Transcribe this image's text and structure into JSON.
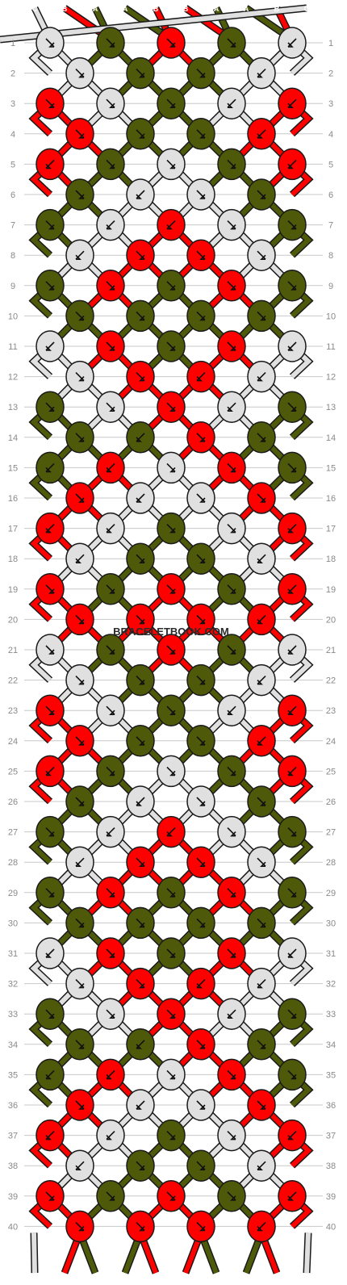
{
  "colors": {
    "A": "#4e5a0a",
    "B": "#ff0000",
    "C": "#e0e0e0",
    "outline": "#1a1a1a",
    "row_line": "#c8c8c8",
    "arrow": "#111111",
    "row_label": "#8a8a8a"
  },
  "strand_labels_top": [
    "C",
    "B",
    "A",
    "A",
    "B",
    "B",
    "A",
    "A",
    "B",
    "C"
  ],
  "strand_labels_bottom": [
    "C",
    "B",
    "A",
    "A",
    "B",
    "B",
    "A",
    "A",
    "B",
    "C"
  ],
  "row_count": 40,
  "watermark": "BRACELETBOOK.COM",
  "rows": [
    {
      "n": "1",
      "knots": [
        [
          "C",
          "se"
        ],
        [
          "A",
          "se"
        ],
        [
          "B",
          "se"
        ],
        [
          "A",
          "se"
        ],
        [
          "C",
          "sw"
        ]
      ]
    },
    {
      "n": "2",
      "knots": [
        [
          "C",
          "se"
        ],
        [
          "A",
          "se"
        ],
        [
          "A",
          "se"
        ],
        [
          "C",
          "sw"
        ]
      ]
    },
    {
      "n": "3",
      "knots": [
        [
          "B",
          "se"
        ],
        [
          "C",
          "se"
        ],
        [
          "A",
          "se"
        ],
        [
          "C",
          "sw"
        ],
        [
          "B",
          "sw"
        ]
      ]
    },
    {
      "n": "4",
      "knots": [
        [
          "B",
          "se"
        ],
        [
          "A",
          "se"
        ],
        [
          "A",
          "se"
        ],
        [
          "B",
          "sw"
        ]
      ]
    },
    {
      "n": "5",
      "knots": [
        [
          "B",
          "sw"
        ],
        [
          "A",
          "se"
        ],
        [
          "C",
          "se"
        ],
        [
          "A",
          "se"
        ],
        [
          "B",
          "sw"
        ]
      ]
    },
    {
      "n": "6",
      "knots": [
        [
          "A",
          "se"
        ],
        [
          "C",
          "sw"
        ],
        [
          "C",
          "se"
        ],
        [
          "A",
          "se"
        ]
      ]
    },
    {
      "n": "7",
      "knots": [
        [
          "A",
          "se"
        ],
        [
          "C",
          "sw"
        ],
        [
          "B",
          "sw"
        ],
        [
          "C",
          "se"
        ],
        [
          "A",
          "se"
        ]
      ]
    },
    {
      "n": "8",
      "knots": [
        [
          "C",
          "sw"
        ],
        [
          "B",
          "se"
        ],
        [
          "B",
          "se"
        ],
        [
          "C",
          "se"
        ]
      ]
    },
    {
      "n": "9",
      "knots": [
        [
          "A",
          "se"
        ],
        [
          "B",
          "se"
        ],
        [
          "A",
          "se"
        ],
        [
          "B",
          "se"
        ],
        [
          "A",
          "se"
        ]
      ]
    },
    {
      "n": "10",
      "knots": [
        [
          "A",
          "se"
        ],
        [
          "A",
          "se"
        ],
        [
          "A",
          "se"
        ],
        [
          "A",
          "se"
        ]
      ]
    },
    {
      "n": "11",
      "knots": [
        [
          "C",
          "sw"
        ],
        [
          "B",
          "se"
        ],
        [
          "A",
          "se"
        ],
        [
          "B",
          "se"
        ],
        [
          "C",
          "sw"
        ]
      ]
    },
    {
      "n": "12",
      "knots": [
        [
          "C",
          "se"
        ],
        [
          "B",
          "se"
        ],
        [
          "B",
          "sw"
        ],
        [
          "C",
          "sw"
        ]
      ]
    },
    {
      "n": "13",
      "knots": [
        [
          "A",
          "se"
        ],
        [
          "C",
          "se"
        ],
        [
          "B",
          "se"
        ],
        [
          "C",
          "sw"
        ],
        [
          "A",
          "se"
        ]
      ]
    },
    {
      "n": "14",
      "knots": [
        [
          "A",
          "se"
        ],
        [
          "A",
          "sw"
        ],
        [
          "B",
          "se"
        ],
        [
          "A",
          "se"
        ]
      ]
    },
    {
      "n": "15",
      "knots": [
        [
          "A",
          "sw"
        ],
        [
          "B",
          "sw"
        ],
        [
          "C",
          "se"
        ],
        [
          "B",
          "se"
        ],
        [
          "A",
          "se"
        ]
      ]
    },
    {
      "n": "16",
      "knots": [
        [
          "B",
          "se"
        ],
        [
          "C",
          "sw"
        ],
        [
          "C",
          "se"
        ],
        [
          "B",
          "se"
        ]
      ]
    },
    {
      "n": "17",
      "knots": [
        [
          "B",
          "sw"
        ],
        [
          "C",
          "sw"
        ],
        [
          "A",
          "se"
        ],
        [
          "C",
          "se"
        ],
        [
          "B",
          "sw"
        ]
      ]
    },
    {
      "n": "18",
      "knots": [
        [
          "C",
          "sw"
        ],
        [
          "A",
          "se"
        ],
        [
          "A",
          "se"
        ],
        [
          "C",
          "sw"
        ]
      ]
    },
    {
      "n": "19",
      "knots": [
        [
          "B",
          "se"
        ],
        [
          "A",
          "se"
        ],
        [
          "B",
          "se"
        ],
        [
          "A",
          "se"
        ],
        [
          "B",
          "sw"
        ]
      ]
    },
    {
      "n": "20",
      "knots": [
        [
          "B",
          "se"
        ],
        [
          "B",
          "se"
        ],
        [
          "B",
          "se"
        ],
        [
          "B",
          "sw"
        ]
      ]
    },
    {
      "n": "21",
      "knots": [
        [
          "C",
          "se"
        ],
        [
          "A",
          "se"
        ],
        [
          "B",
          "se"
        ],
        [
          "A",
          "se"
        ],
        [
          "C",
          "sw"
        ]
      ]
    },
    {
      "n": "22",
      "knots": [
        [
          "C",
          "se"
        ],
        [
          "A",
          "se"
        ],
        [
          "A",
          "se"
        ],
        [
          "C",
          "sw"
        ]
      ]
    },
    {
      "n": "23",
      "knots": [
        [
          "B",
          "se"
        ],
        [
          "C",
          "se"
        ],
        [
          "A",
          "se"
        ],
        [
          "C",
          "sw"
        ],
        [
          "B",
          "sw"
        ]
      ]
    },
    {
      "n": "24",
      "knots": [
        [
          "B",
          "se"
        ],
        [
          "A",
          "se"
        ],
        [
          "A",
          "se"
        ],
        [
          "B",
          "sw"
        ]
      ]
    },
    {
      "n": "25",
      "knots": [
        [
          "B",
          "sw"
        ],
        [
          "A",
          "se"
        ],
        [
          "C",
          "se"
        ],
        [
          "A",
          "se"
        ],
        [
          "B",
          "sw"
        ]
      ]
    },
    {
      "n": "26",
      "knots": [
        [
          "A",
          "se"
        ],
        [
          "C",
          "sw"
        ],
        [
          "C",
          "se"
        ],
        [
          "A",
          "se"
        ]
      ]
    },
    {
      "n": "27",
      "knots": [
        [
          "A",
          "se"
        ],
        [
          "C",
          "sw"
        ],
        [
          "B",
          "sw"
        ],
        [
          "C",
          "se"
        ],
        [
          "A",
          "se"
        ]
      ]
    },
    {
      "n": "28",
      "knots": [
        [
          "C",
          "sw"
        ],
        [
          "B",
          "se"
        ],
        [
          "B",
          "se"
        ],
        [
          "C",
          "se"
        ]
      ]
    },
    {
      "n": "29",
      "knots": [
        [
          "A",
          "se"
        ],
        [
          "B",
          "se"
        ],
        [
          "A",
          "se"
        ],
        [
          "B",
          "se"
        ],
        [
          "A",
          "se"
        ]
      ]
    },
    {
      "n": "30",
      "knots": [
        [
          "A",
          "se"
        ],
        [
          "A",
          "se"
        ],
        [
          "A",
          "se"
        ],
        [
          "A",
          "se"
        ]
      ]
    },
    {
      "n": "31",
      "knots": [
        [
          "C",
          "sw"
        ],
        [
          "B",
          "se"
        ],
        [
          "A",
          "se"
        ],
        [
          "B",
          "se"
        ],
        [
          "C",
          "sw"
        ]
      ]
    },
    {
      "n": "32",
      "knots": [
        [
          "C",
          "se"
        ],
        [
          "B",
          "se"
        ],
        [
          "B",
          "sw"
        ],
        [
          "C",
          "sw"
        ]
      ]
    },
    {
      "n": "33",
      "knots": [
        [
          "A",
          "se"
        ],
        [
          "C",
          "se"
        ],
        [
          "B",
          "se"
        ],
        [
          "C",
          "sw"
        ],
        [
          "A",
          "se"
        ]
      ]
    },
    {
      "n": "34",
      "knots": [
        [
          "A",
          "se"
        ],
        [
          "A",
          "sw"
        ],
        [
          "B",
          "se"
        ],
        [
          "A",
          "se"
        ]
      ]
    },
    {
      "n": "35",
      "knots": [
        [
          "A",
          "sw"
        ],
        [
          "B",
          "sw"
        ],
        [
          "C",
          "se"
        ],
        [
          "B",
          "se"
        ],
        [
          "A",
          "se"
        ]
      ]
    },
    {
      "n": "36",
      "knots": [
        [
          "B",
          "se"
        ],
        [
          "C",
          "sw"
        ],
        [
          "C",
          "se"
        ],
        [
          "B",
          "se"
        ]
      ]
    },
    {
      "n": "37",
      "knots": [
        [
          "B",
          "sw"
        ],
        [
          "C",
          "sw"
        ],
        [
          "A",
          "se"
        ],
        [
          "C",
          "se"
        ],
        [
          "B",
          "sw"
        ]
      ]
    },
    {
      "n": "38",
      "knots": [
        [
          "C",
          "sw"
        ],
        [
          "A",
          "se"
        ],
        [
          "A",
          "se"
        ],
        [
          "C",
          "sw"
        ]
      ]
    },
    {
      "n": "39",
      "knots": [
        [
          "B",
          "se"
        ],
        [
          "A",
          "se"
        ],
        [
          "B",
          "se"
        ],
        [
          "A",
          "se"
        ],
        [
          "B",
          "sw"
        ]
      ]
    },
    {
      "n": "40",
      "knots": [
        [
          "B",
          "se"
        ],
        [
          "B",
          "se"
        ],
        [
          "B",
          "se"
        ],
        [
          "B",
          "sw"
        ]
      ]
    }
  ]
}
